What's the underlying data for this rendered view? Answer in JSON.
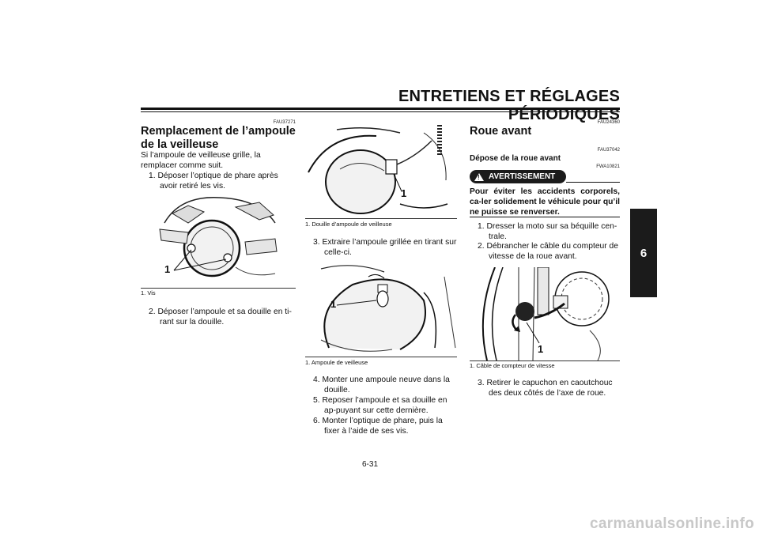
{
  "header": {
    "title": "ENTRETIENS ET RÉGLAGES PÉRIODIQUES",
    "tab_number": "6"
  },
  "col1": {
    "code": "FAU37271",
    "heading": "Remplacement de l’ampoule de la veilleuse",
    "intro": "Si l’ampoule de veilleuse grille, la remplacer comme suit.",
    "step1": "1. Déposer l’optique de phare après avoir retiré les vis.",
    "fig1_callout": "1",
    "fig1_caption": "1. Vis",
    "step2": "2. Déposer l’ampoule et sa douille en ti-rant sur la douille."
  },
  "col2": {
    "fig2_callout": "1",
    "fig2_caption": "1. Douille d’ampoule de veilleuse",
    "step3": "3. Extraire l’ampoule grillée en tirant sur celle-ci.",
    "fig3_callout": "1",
    "fig3_caption": "1. Ampoule de veilleuse",
    "step4": "4. Monter une ampoule neuve dans la douille.",
    "step5": "5. Reposer l’ampoule et sa douille en ap-puyant sur cette dernière.",
    "step6": "6. Monter l’optique de phare, puis la fixer à l’aide de ses vis."
  },
  "col3": {
    "code1": "FAU24360",
    "heading": "Roue avant",
    "code2": "FAU37042",
    "subheading": "Dépose de la roue avant",
    "code3": "FWA10821",
    "warning_label": "AVERTISSEMENT",
    "warning_text": "Pour éviter les accidents corporels, ca-ler solidement le véhicule pour qu’il ne puisse se renverser.",
    "step1": "1. Dresser la moto sur sa béquille cen-trale.",
    "step2": "2. Débrancher le câble du compteur de vitesse de la roue avant.",
    "fig4_callout": "1",
    "fig4_caption": "1. Câble de compteur de vitesse",
    "step3": "3. Retirer le capuchon en caoutchouc des deux côtés de l’axe de roue."
  },
  "footer": {
    "page_number": "6-31",
    "watermark": "carmanualsonline.info"
  }
}
